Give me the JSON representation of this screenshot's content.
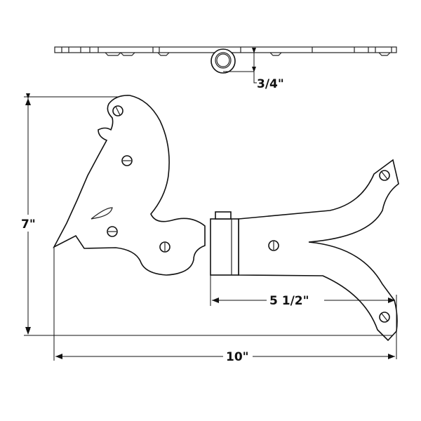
{
  "title": "Bird hinge dimension drawing",
  "dimensions": {
    "knuckle_depth": "3/4\"",
    "height": "7\"",
    "strap_length": "5 1/2\"",
    "overall_width": "10\""
  },
  "colors": {
    "line": "#111111",
    "background": "#ffffff"
  }
}
